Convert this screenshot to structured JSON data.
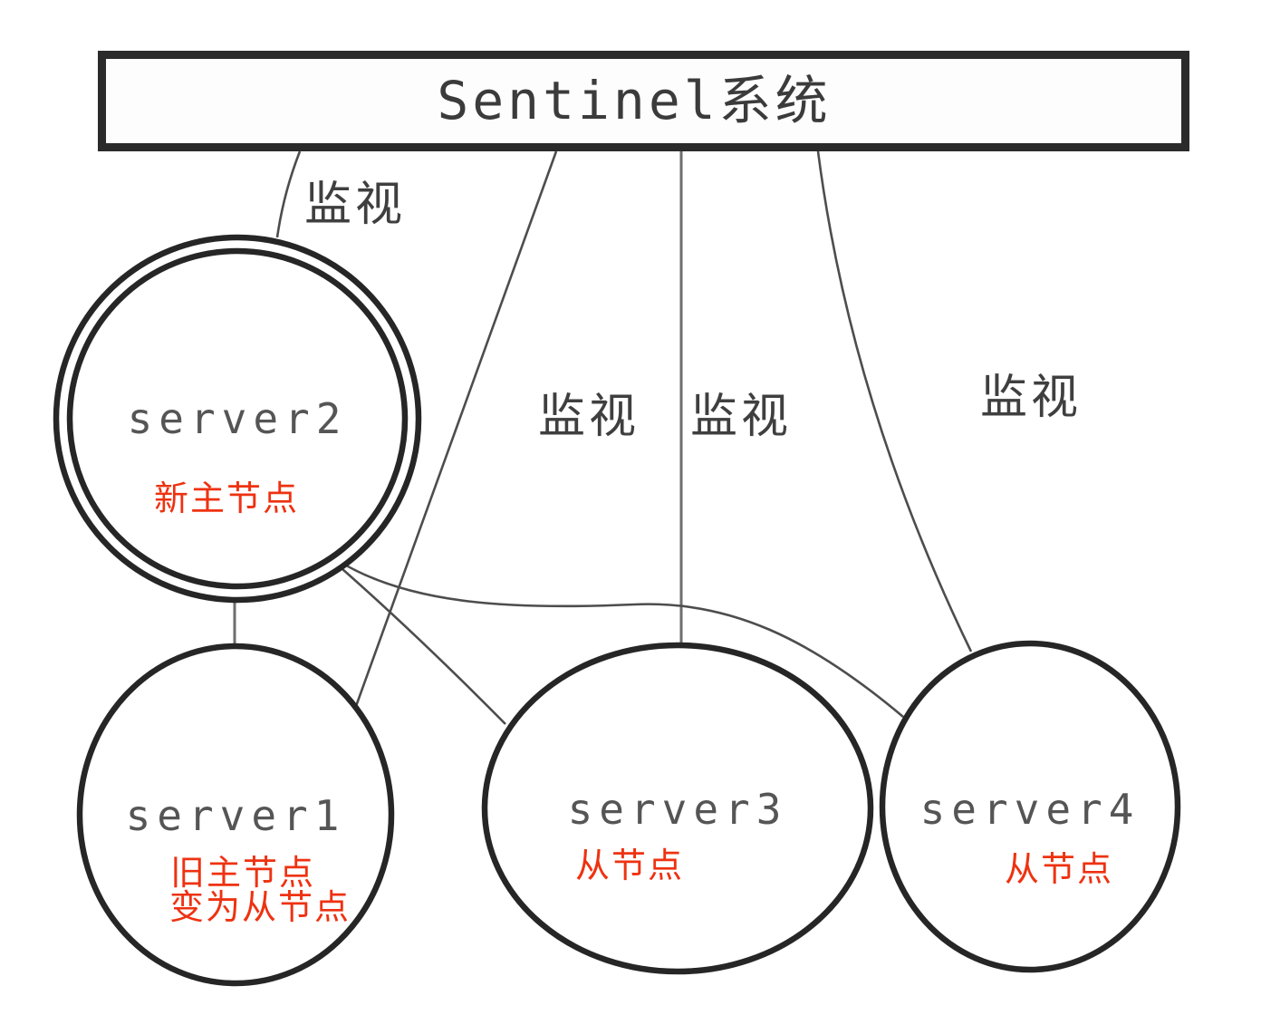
{
  "diagram": {
    "title": "Sentinel系统",
    "edge_labels": [
      "监视",
      "监视",
      "监视",
      "监视"
    ],
    "nodes": [
      {
        "label": "server2",
        "role": "new-master",
        "ring": "double",
        "annotations": [
          "新主节点"
        ]
      },
      {
        "label": "server1",
        "role": "old-master-demoted",
        "ring": "single",
        "annotations": [
          "旧主节点",
          "变为从节点"
        ]
      },
      {
        "label": "server3",
        "role": "slave",
        "ring": "single",
        "annotations": [
          "从节点"
        ]
      },
      {
        "label": "server4",
        "role": "slave",
        "ring": "single",
        "annotations": [
          "从节点"
        ]
      }
    ],
    "colors": {
      "annotation_red": "#ee3211",
      "node_outline_ink": "#262626",
      "node_label_gray": "#555555",
      "edge_gray": "#4d4d4d",
      "title_ink": "#3b3b3b"
    }
  }
}
